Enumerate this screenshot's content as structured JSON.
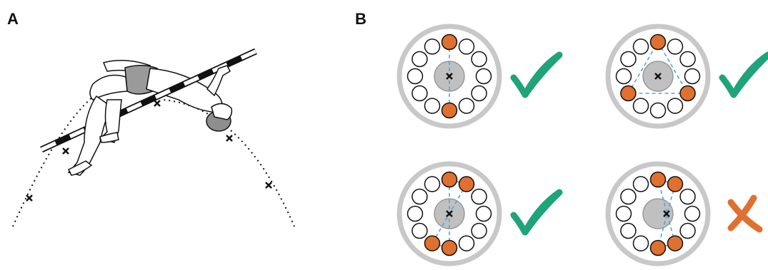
{
  "panels": {
    "a": {
      "label": "A"
    },
    "b": {
      "label": "B"
    }
  },
  "colors": {
    "filled_circle": "#e07030",
    "check": "#1fa37a",
    "cross": "#e07030",
    "dashed_line": "#4aa8d8",
    "ring": "#c8c8c8",
    "hub": "#c0c0c0"
  },
  "configurations": [
    {
      "filled": [
        0,
        6
      ],
      "verdict": "valid"
    },
    {
      "filled": [
        0,
        4,
        8
      ],
      "verdict": "valid"
    },
    {
      "filled": [
        0,
        1,
        7,
        6
      ],
      "verdict": "valid"
    },
    {
      "filled": [
        0,
        1,
        6,
        5
      ],
      "verdict": "invalid"
    }
  ]
}
